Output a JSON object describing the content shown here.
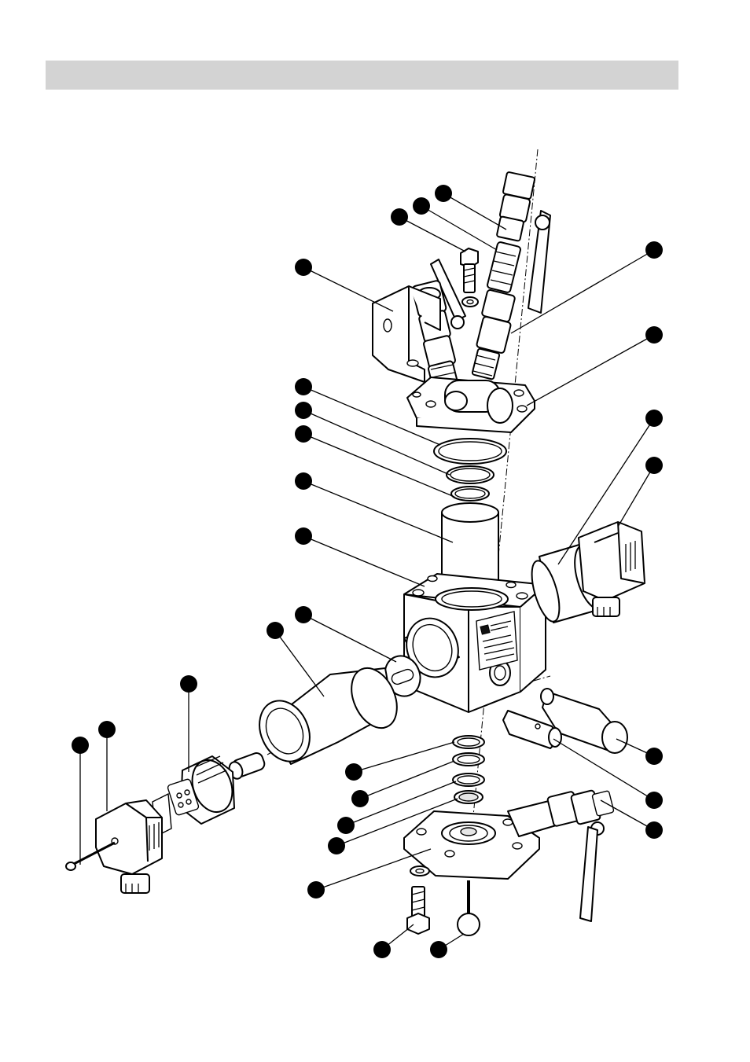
{
  "header": {
    "title": ""
  },
  "callouts": [
    {
      "id": "c01",
      "label": ""
    },
    {
      "id": "c02",
      "label": ""
    },
    {
      "id": "c03",
      "label": ""
    },
    {
      "id": "c04",
      "label": ""
    },
    {
      "id": "c05",
      "label": ""
    },
    {
      "id": "c06",
      "label": ""
    },
    {
      "id": "c07",
      "label": ""
    },
    {
      "id": "c08",
      "label": ""
    },
    {
      "id": "c09",
      "label": ""
    },
    {
      "id": "c10",
      "label": ""
    },
    {
      "id": "c11",
      "label": ""
    },
    {
      "id": "c12",
      "label": ""
    },
    {
      "id": "c13",
      "label": ""
    },
    {
      "id": "c14",
      "label": ""
    },
    {
      "id": "c15",
      "label": ""
    },
    {
      "id": "c16",
      "label": ""
    },
    {
      "id": "c17",
      "label": ""
    },
    {
      "id": "c18",
      "label": ""
    },
    {
      "id": "c19",
      "label": ""
    },
    {
      "id": "c20",
      "label": ""
    },
    {
      "id": "c21",
      "label": ""
    },
    {
      "id": "c22",
      "label": ""
    },
    {
      "id": "c23",
      "label": ""
    },
    {
      "id": "c24",
      "label": ""
    },
    {
      "id": "c25",
      "label": ""
    },
    {
      "id": "c26",
      "label": ""
    },
    {
      "id": "c27",
      "label": ""
    },
    {
      "id": "c28",
      "label": ""
    },
    {
      "id": "c29",
      "label": ""
    }
  ],
  "colors": {
    "line": "#000000",
    "header_bar": "#d3d3d3",
    "background": "#ffffff"
  }
}
